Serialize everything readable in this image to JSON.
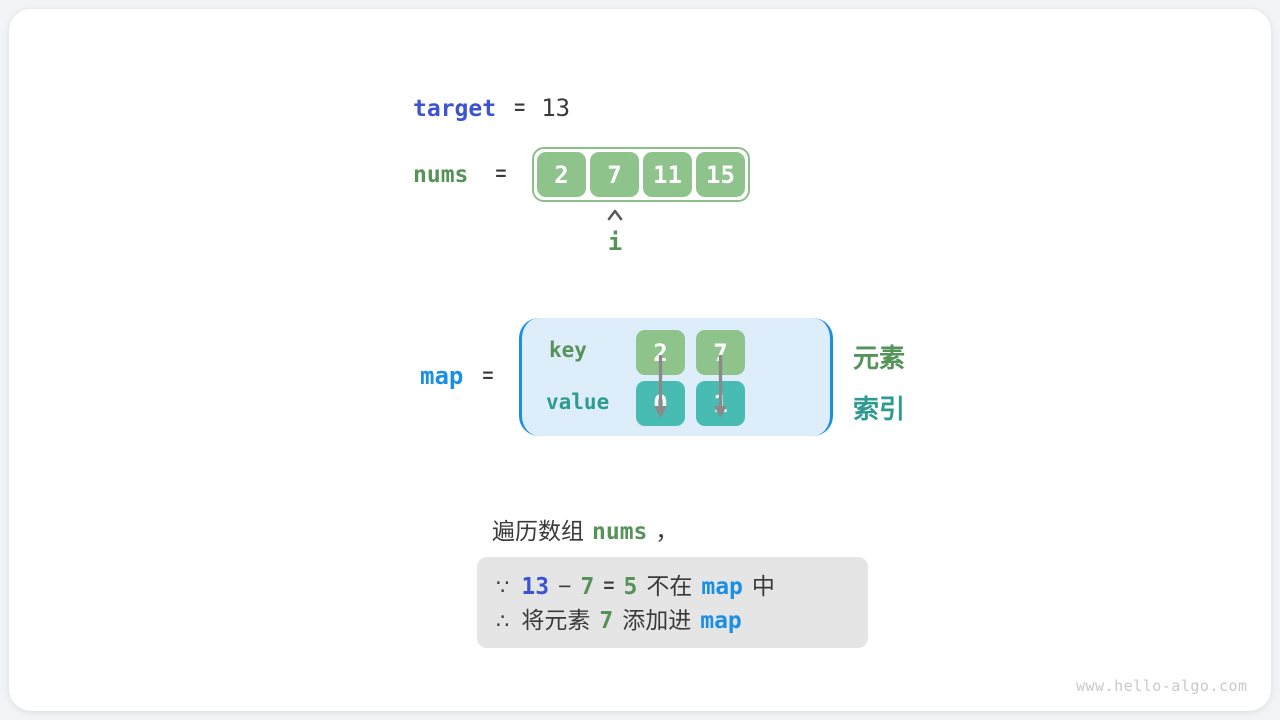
{
  "colors": {
    "royal_blue": "#3b54d3",
    "sky_blue": "#1b8fe4",
    "green_text": "#569358",
    "teal_text": "#2e9b90",
    "cell_green": "#8ec38c",
    "cell_teal": "#48bcb2",
    "array_border_green": "#8cc08a",
    "map_fill": "#ddeefa",
    "note_bg": "#e5e5e5",
    "text_dark": "#3a3a3a",
    "arrow_gray": "#8a8a8a"
  },
  "target_line": {
    "label": "target",
    "equals": "=",
    "value": "13"
  },
  "nums_line": {
    "label": "nums",
    "equals": "=",
    "cells": [
      "2",
      "7",
      "11",
      "15"
    ],
    "pointer_label": "i"
  },
  "map_section": {
    "label": "map",
    "equals": "=",
    "key_label": "key",
    "value_label": "value",
    "keys": [
      "2",
      "7"
    ],
    "values": [
      "0",
      "1"
    ],
    "element_label": "元素",
    "index_label": "索引"
  },
  "caption": {
    "prefix": "遍历数组",
    "code": "nums",
    "suffix": "，"
  },
  "note_box": {
    "line1": {
      "because": "∵",
      "minuend": "13",
      "minus": "−",
      "subtrahend": "7",
      "equals": "=",
      "difference": "5",
      "not_in": "不在",
      "map": "map",
      "suffix": "中"
    },
    "line2": {
      "therefore": "∴",
      "prefix": "将元素",
      "value": "7",
      "middle": "添加进",
      "map": "map"
    }
  },
  "watermark": "www.hello-algo.com"
}
